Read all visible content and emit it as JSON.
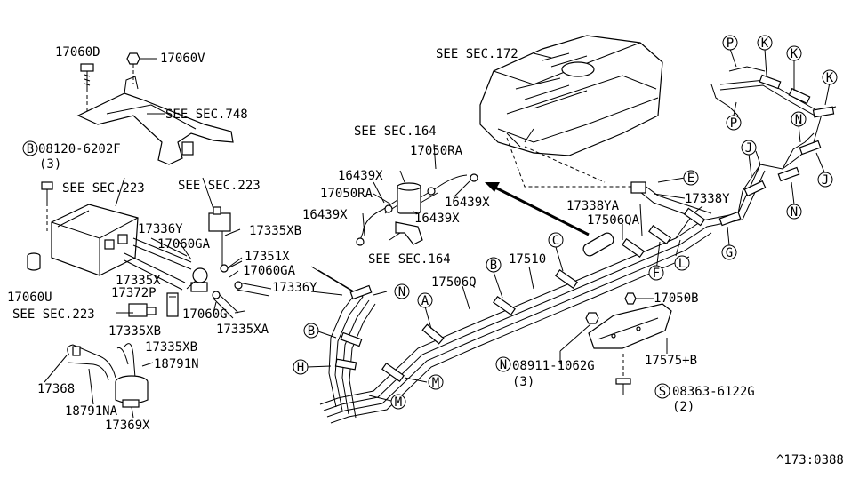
{
  "labels": {
    "p17060D": "17060D",
    "p17060V": "17060V",
    "see748": "SEE SEC.748",
    "bolt08120": "08120-6202F",
    "bolt08120_qty": "(3)",
    "see223a": "SEE SEC.223",
    "see223b": "SEE SEC.223",
    "see223c": "SEE SEC.223",
    "p17336Y_a": "17336Y",
    "p17060GA_a": "17060GA",
    "p17335XB_a": "17335XB",
    "p17351X": "17351X",
    "p17060GA_b": "17060GA",
    "p17335X": "17335X",
    "p17372P": "17372P",
    "p17336Y_b": "17336Y",
    "p17060U": "17060U",
    "p17060G": "17060G",
    "p17335XB_b": "17335XB",
    "p17335XB_c": "17335XB",
    "p17335XA": "17335XA",
    "p18791N": "18791N",
    "p17368": "17368",
    "p18791NA": "18791NA",
    "p17369X": "17369X",
    "see164a": "SEE SEC.164",
    "p17050RA_a": "17050RA",
    "p16439X_a": "16439X",
    "p17050RA_b": "17050RA",
    "p16439X_b": "16439X",
    "p16439X_c": "16439X",
    "p16439X_d": "16439X",
    "see164b": "SEE SEC.164",
    "see172": "SEE SEC.172",
    "p17338YA": "17338YA",
    "p17338Y": "17338Y",
    "p17506QA": "17506QA",
    "p17510": "17510",
    "p17506Q": "17506Q",
    "p17050B": "17050B",
    "nut08911": "08911-1062G",
    "nut08911_qty": "(3)",
    "p17575B": "17575+B",
    "bolt08363": "08363-6122G",
    "bolt08363_qty": "(2)",
    "ref_code": "^173:0388"
  },
  "callouts": {
    "B_bolt": "B",
    "N_nut": "N",
    "S_bolt": "S",
    "P1": "P",
    "K1": "K",
    "K2": "K",
    "K3": "K",
    "P2": "P",
    "N1": "N",
    "J1": "J",
    "J2": "J",
    "N2": "N",
    "E": "E",
    "G": "G",
    "F": "F",
    "L": "L",
    "C": "C",
    "B1": "B",
    "A": "A",
    "N3": "N",
    "B2": "B",
    "H": "H",
    "M1": "M",
    "M2": "M"
  }
}
